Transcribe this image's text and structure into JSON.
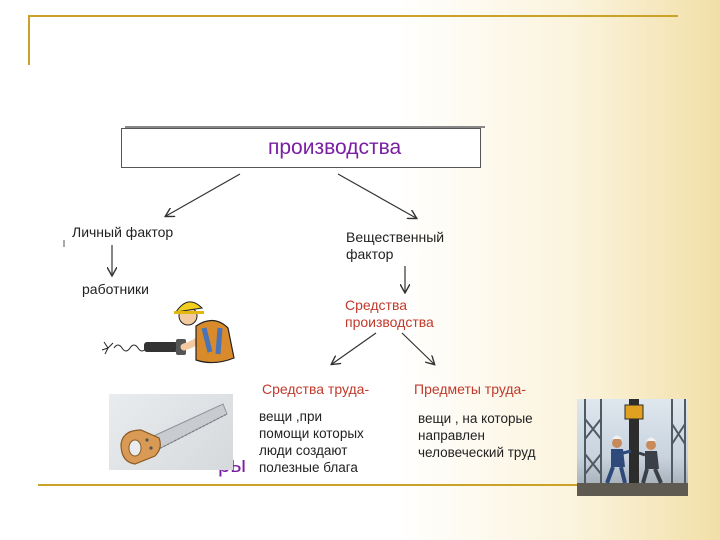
{
  "diagram": {
    "title": "производства",
    "personal_factor": "Личный фактор",
    "material_factor_lines": [
      "Вещественный",
      "фактор"
    ],
    "workers": "работники",
    "means_of_production_lines": [
      "Средства",
      "производства"
    ],
    "means_of_labor": "Средства труда-",
    "objects_of_labor": "Предметы труда-",
    "means_of_labor_desc_lines": [
      "вещи ,при",
      "помощи которых",
      "люди создают",
      "полезные блага"
    ],
    "objects_of_labor_desc_lines": [
      "вещи , на которые",
      "направлен",
      "человеческий труд"
    ],
    "partial_word": "ры"
  },
  "colors": {
    "accent_gold": "#c9a227",
    "title_purple": "#7a1fa2",
    "means_red": "#c0392b"
  },
  "icons": [
    "worker-with-drill-clipart",
    "handsaw-photo",
    "oil-rig-workers-photo"
  ]
}
